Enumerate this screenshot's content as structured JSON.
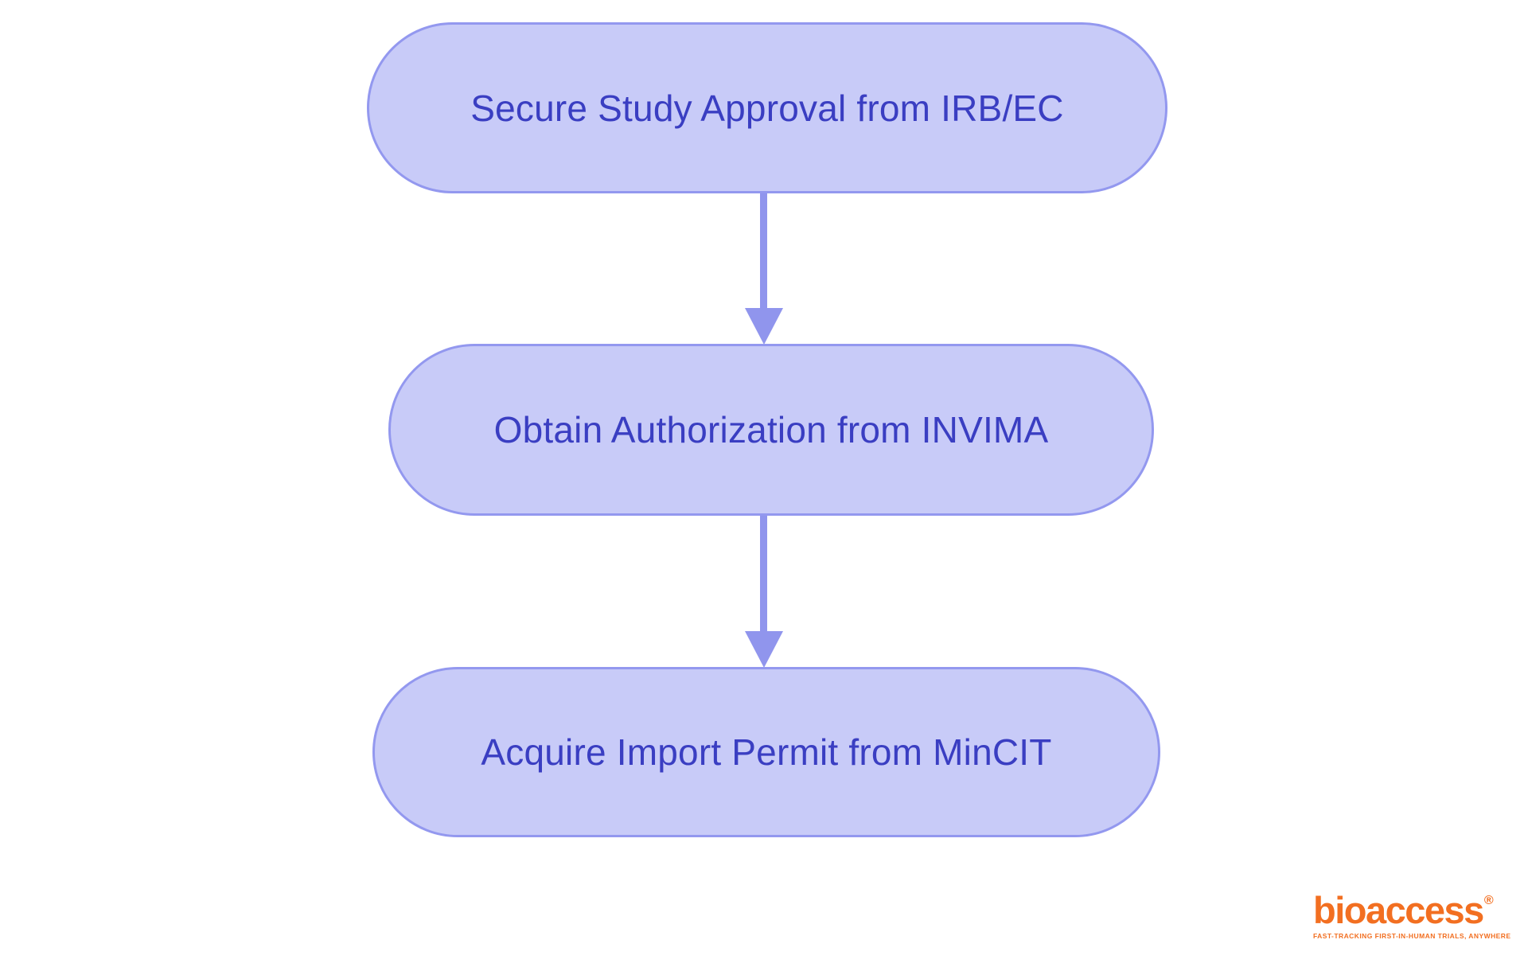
{
  "flowchart": {
    "nodes": [
      {
        "id": "step-1",
        "label": "Secure Study Approval from IRB/EC"
      },
      {
        "id": "step-2",
        "label": "Obtain Authorization from INVIMA"
      },
      {
        "id": "step-3",
        "label": "Acquire Import Permit from MinCIT"
      }
    ],
    "connectors": [
      {
        "from": "step-1",
        "to": "step-2",
        "direction": "down"
      },
      {
        "from": "step-2",
        "to": "step-3",
        "direction": "down"
      }
    ]
  },
  "branding": {
    "logo_text": "bioaccess",
    "registered_mark": "®",
    "tagline": "FAST-TRACKING FIRST-IN-HUMAN TRIALS, ANYWHERE"
  },
  "colors": {
    "background": "#FFFFFF",
    "node_fill": "#C8CBF8",
    "node_border": "#9398EF",
    "node_text": "#3A3EC2",
    "arrow": "#9095ED",
    "logo_orange": "#F26F21"
  }
}
